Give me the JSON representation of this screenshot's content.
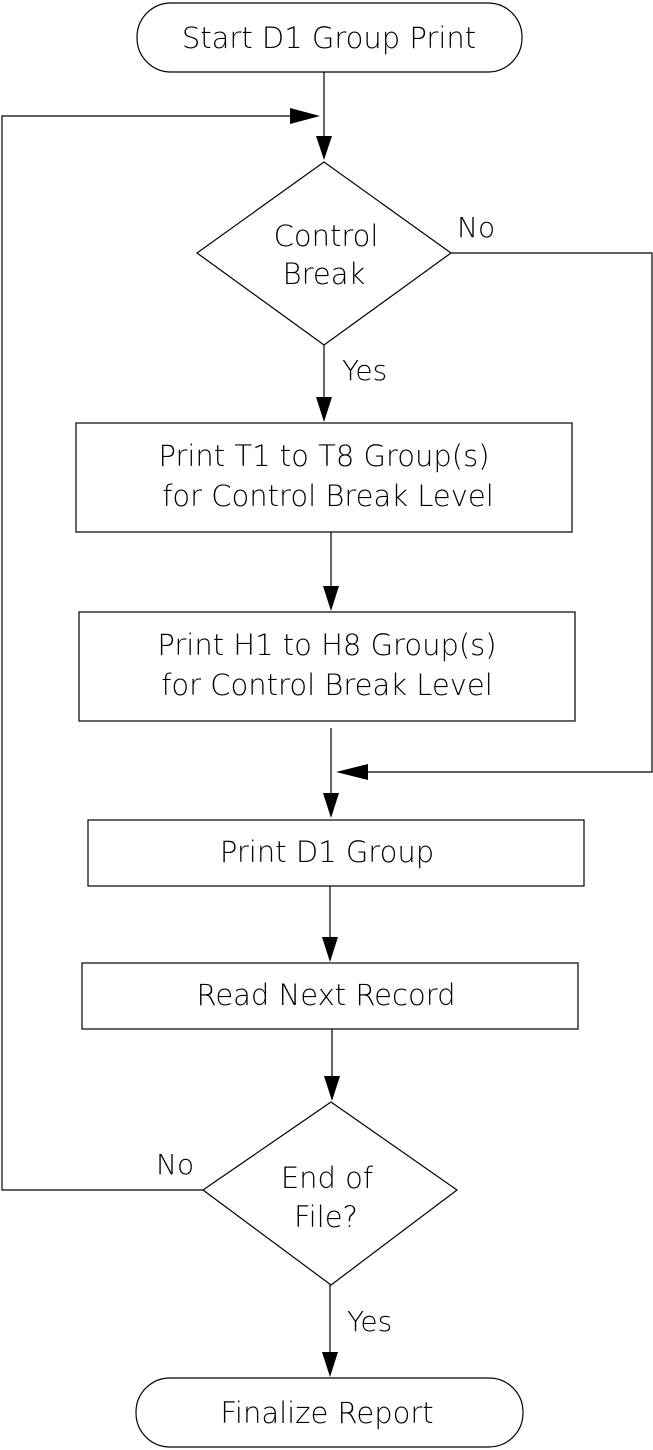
{
  "nodes": {
    "start": "Start D1 Group Print",
    "control_break": [
      "Control",
      "Break"
    ],
    "print_t": [
      "Print T1 to T8 Group(s)",
      "for Control Break Level"
    ],
    "print_h": [
      "Print H1 to H8 Group(s)",
      "for Control Break Level"
    ],
    "print_d1": "Print D1 Group",
    "read_next": "Read Next Record",
    "end_of_file": [
      "End of",
      "File?"
    ],
    "finalize": "Finalize Report"
  },
  "edges": {
    "control_break_no": "No",
    "control_break_yes": "Yes",
    "end_of_file_no": "No",
    "end_of_file_yes": "Yes"
  },
  "colors": {
    "stroke": "#000000",
    "background": "#ffffff"
  }
}
